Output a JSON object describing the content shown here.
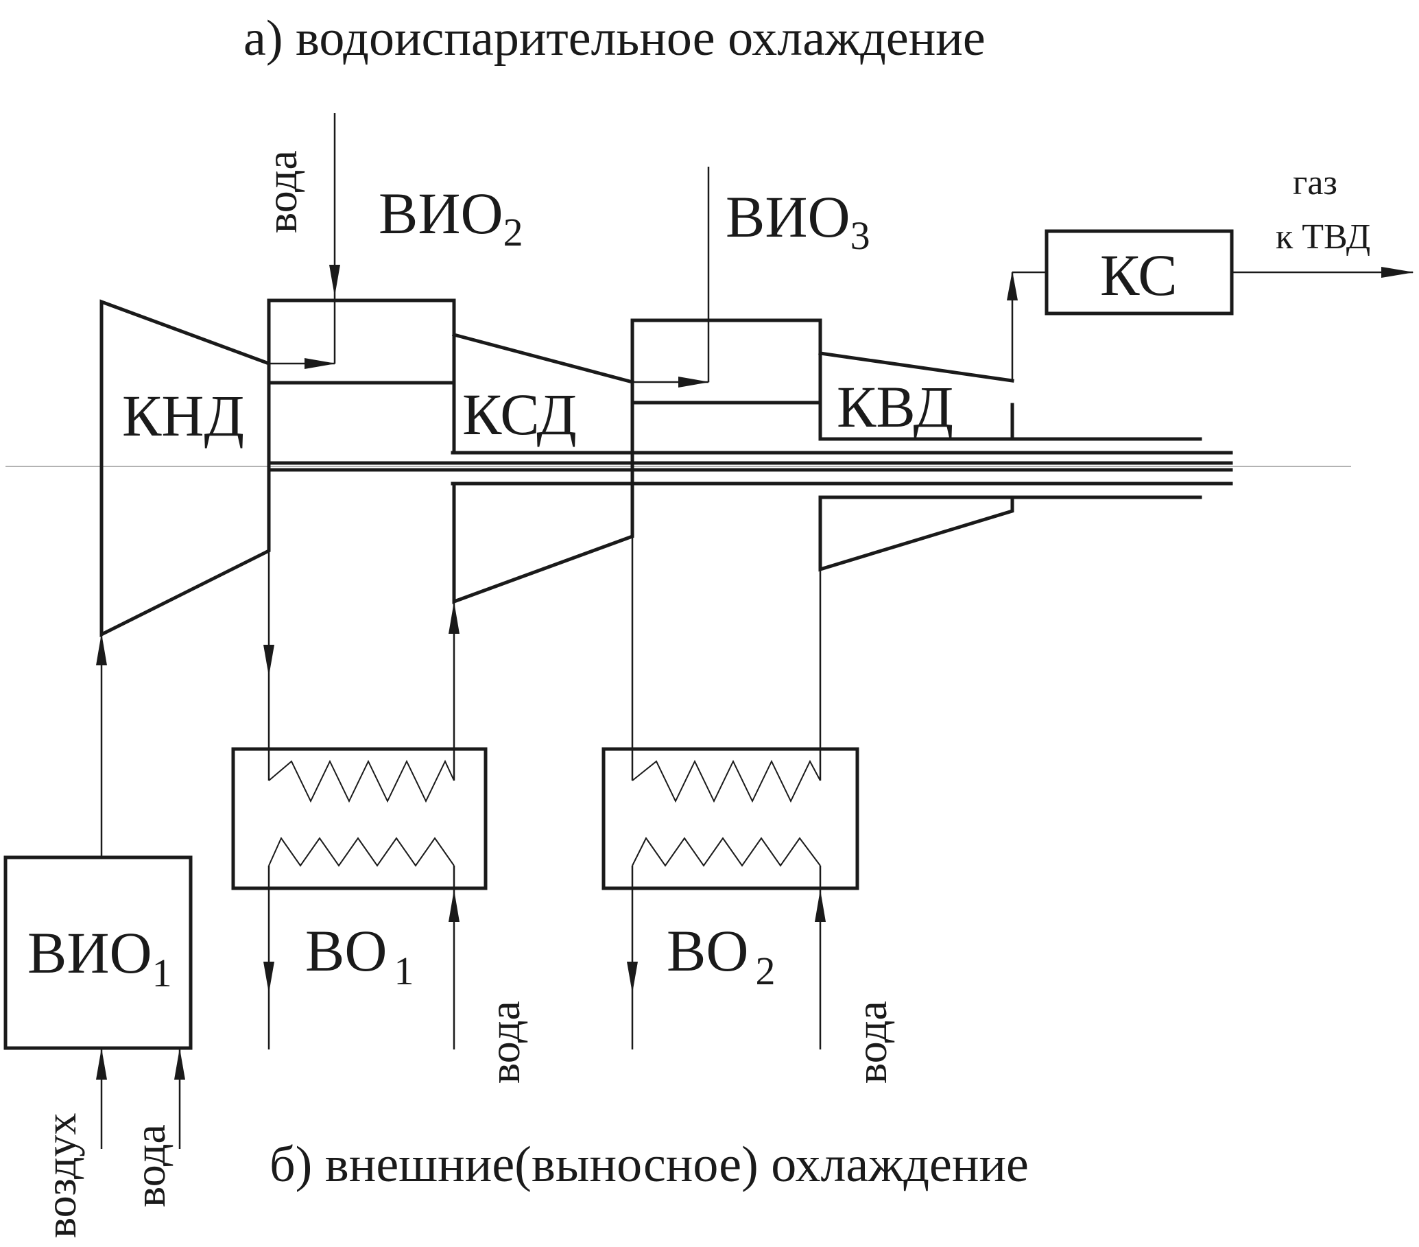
{
  "titles": {
    "top": "а) водоиспарительное охлаждение",
    "bottom": "б) внешние(выносное) охлаждение"
  },
  "compressors": {
    "low": "КНД",
    "mid": "КСД",
    "high": "КВД"
  },
  "combustor": "КС",
  "outlet": {
    "line1": "газ",
    "line2": "к ТВД"
  },
  "evap_coolers": {
    "vio1": {
      "base": "ВИО",
      "sub": "1"
    },
    "vio2": {
      "base": "ВИО",
      "sub": "2"
    },
    "vio3": {
      "base": "ВИО",
      "sub": "3"
    }
  },
  "air_coolers": {
    "vo1": {
      "base": "ВО",
      "sub": "1"
    },
    "vo2": {
      "base": "ВО",
      "sub": "2"
    }
  },
  "flows": {
    "water": "вода",
    "air": "воздух"
  }
}
